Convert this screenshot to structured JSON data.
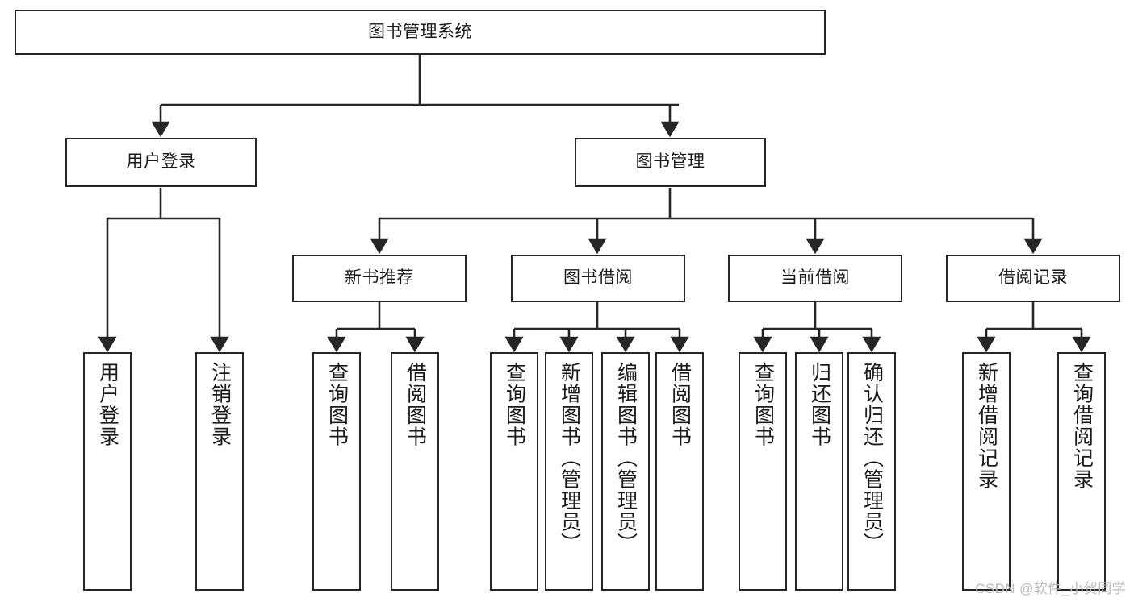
{
  "diagram": {
    "title": "图书管理系统",
    "type": "hierarchy-tree",
    "root": {
      "label": "图书管理系统",
      "id": "root-system"
    },
    "level1": [
      {
        "id": "user-login",
        "label": "用户登录"
      },
      {
        "id": "book-management",
        "label": "图书管理"
      }
    ],
    "level2": [
      {
        "id": "new-book-recommend",
        "label": "新书推荐",
        "parent": "book-management"
      },
      {
        "id": "book-borrow",
        "label": "图书借阅",
        "parent": "book-management"
      },
      {
        "id": "current-borrow",
        "label": "当前借阅",
        "parent": "book-management"
      },
      {
        "id": "borrow-record",
        "label": "借阅记录",
        "parent": "book-management"
      }
    ],
    "leaves": {
      "user_login": [
        {
          "id": "leaf-user-login",
          "label": "用户登录"
        },
        {
          "id": "leaf-logout-login",
          "label": "注销登录"
        }
      ],
      "new_book_recommend": [
        {
          "id": "leaf-query-book-1",
          "label": "查询图书"
        },
        {
          "id": "leaf-borrow-book-1",
          "label": "借阅图书"
        }
      ],
      "book_borrow": [
        {
          "id": "leaf-query-book-2",
          "label": "查询图书"
        },
        {
          "id": "leaf-add-book",
          "label": "新增图书（管理员）"
        },
        {
          "id": "leaf-edit-book",
          "label": "编辑图书（管理员）"
        },
        {
          "id": "leaf-borrow-book-2",
          "label": "借阅图书"
        }
      ],
      "current_borrow": [
        {
          "id": "leaf-query-book-3",
          "label": "查询图书"
        },
        {
          "id": "leaf-return-book",
          "label": "归还图书"
        },
        {
          "id": "leaf-confirm-return",
          "label": "确认归还（管理员）"
        }
      ],
      "borrow_record": [
        {
          "id": "leaf-add-record",
          "label": "新增借阅记录"
        },
        {
          "id": "leaf-query-record",
          "label": "查询借阅记录"
        }
      ]
    },
    "colors": {
      "stroke": "#262626",
      "fill": "#ffffff",
      "text": "#1a1a1a",
      "watermark": "#b9b9b9"
    }
  },
  "watermark": {
    "text": "CSDN @软件_小贺同学"
  }
}
